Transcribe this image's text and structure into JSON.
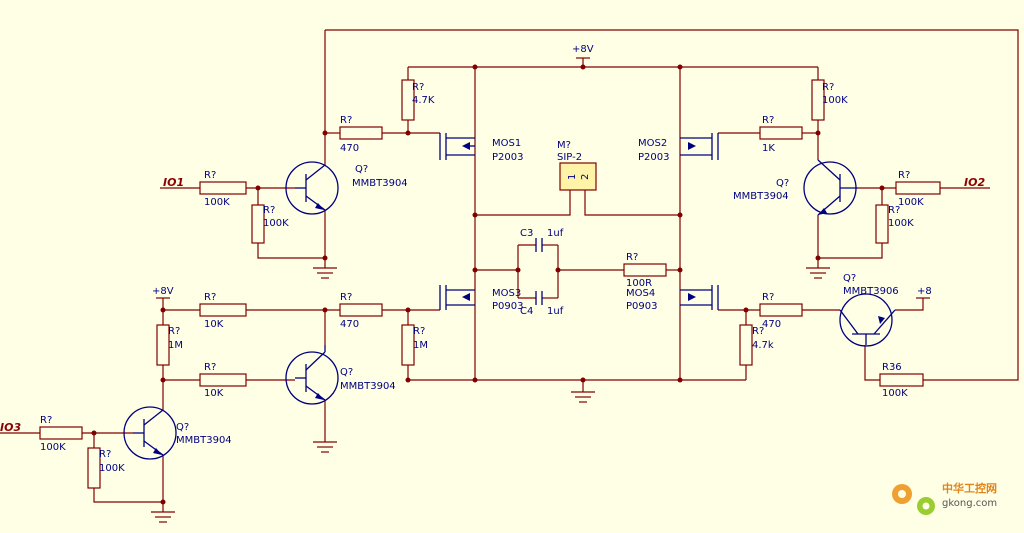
{
  "nets": {
    "io1": "IO1",
    "io2": "IO2",
    "io3": "IO3"
  },
  "power": {
    "vplus_top": "+8V",
    "vplus_left": "+8V",
    "vplus_right": "+8"
  },
  "resistors": [
    {
      "ref": "R?",
      "value": "4.7K"
    },
    {
      "ref": "R?",
      "value": "470"
    },
    {
      "ref": "R?",
      "value": "100K"
    },
    {
      "ref": "R?",
      "value": "100K"
    },
    {
      "ref": "R?",
      "value": "10K"
    },
    {
      "ref": "R?",
      "value": "470"
    },
    {
      "ref": "R?",
      "value": "1M"
    },
    {
      "ref": "R?",
      "value": "1M"
    },
    {
      "ref": "R?",
      "value": "10K"
    },
    {
      "ref": "R?",
      "value": "100K"
    },
    {
      "ref": "R?",
      "value": "100K"
    },
    {
      "ref": "R?",
      "value": "100K"
    },
    {
      "ref": "R?",
      "value": "1K"
    },
    {
      "ref": "R?",
      "value": "100K"
    },
    {
      "ref": "R?",
      "value": "100K"
    },
    {
      "ref": "R?",
      "value": "100R"
    },
    {
      "ref": "R?",
      "value": "470"
    },
    {
      "ref": "R?",
      "value": "4.7k"
    },
    {
      "ref": "R36",
      "value": "100K"
    }
  ],
  "transistors": [
    {
      "ref": "Q?",
      "part": "MMBT3904"
    },
    {
      "ref": "Q?",
      "part": "MMBT3904"
    },
    {
      "ref": "Q?",
      "part": "MMBT3904"
    },
    {
      "ref": "Q?",
      "part": "MMBT3904"
    },
    {
      "ref": "Q?",
      "part": "MMBT3906"
    }
  ],
  "mosfets": [
    {
      "ref": "MOS1",
      "part": "P2003"
    },
    {
      "ref": "MOS2",
      "part": "P2003"
    },
    {
      "ref": "MOS3",
      "part": "P0903"
    },
    {
      "ref": "MOS4",
      "part": "P0903"
    }
  ],
  "capacitors": [
    {
      "ref": "C3",
      "value": "1uf"
    },
    {
      "ref": "C4",
      "value": "1uf"
    }
  ],
  "motor": {
    "ref": "M?",
    "part": "SIP-2",
    "pin1": "1",
    "pin2": "2"
  },
  "watermark": {
    "text": "中华工控网",
    "url": "gkong.com"
  },
  "colors": {
    "background": "#ffffe6",
    "wire": "#800000",
    "part": "#000080",
    "net_label": "#8b0000",
    "motor_fill": "#fff3a8"
  }
}
